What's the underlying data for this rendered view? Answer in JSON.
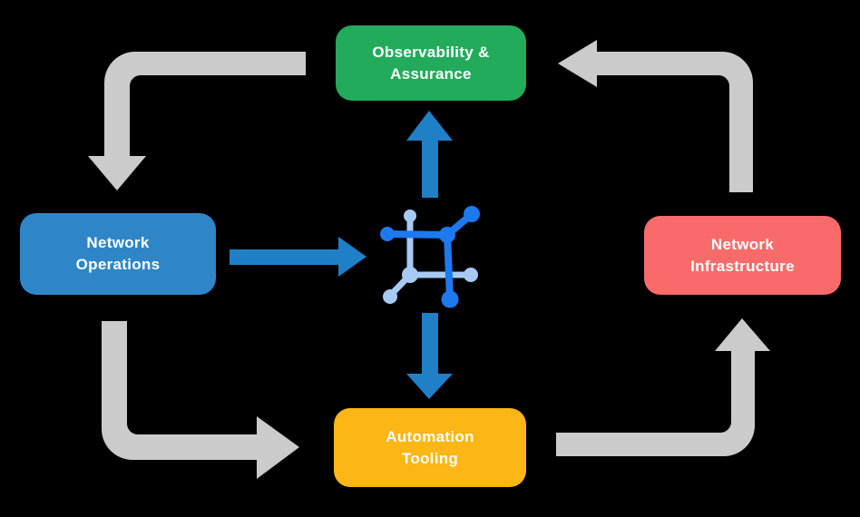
{
  "diagram": {
    "nodes": {
      "observability": {
        "label_line1": "Observability &",
        "label_line2": "Assurance",
        "bg": "#23AB5C"
      },
      "network_operations": {
        "label_line1": "Network",
        "label_line2": "Operations",
        "bg": "#2E86C8"
      },
      "network_infrastructure": {
        "label_line1": "Network",
        "label_line2": "Infrastructure",
        "bg": "#F96B6B"
      },
      "automation_tooling": {
        "label_line1": "Automation",
        "label_line2": "Tooling",
        "bg": "#FCB615"
      }
    },
    "colors": {
      "background": "#000000",
      "text": "#FFFFFF",
      "flow_arrow": "#CBCBCB",
      "accent_arrow": "#1F80C8",
      "icon_primary": "#1C79F0",
      "icon_secondary": "#A7CAF4"
    },
    "edges": [
      {
        "from": "Observability & Assurance",
        "to": "Network Operations",
        "style": "gray-elbow"
      },
      {
        "from": "Network Operations",
        "to": "Automation Tooling",
        "style": "gray-elbow"
      },
      {
        "from": "Automation Tooling",
        "to": "Network Infrastructure",
        "style": "gray-elbow"
      },
      {
        "from": "Network Infrastructure",
        "to": "Observability & Assurance",
        "style": "gray-elbow"
      },
      {
        "from": "Network Operations",
        "to": "network-hub",
        "style": "blue-straight"
      },
      {
        "from": "network-hub",
        "to": "Observability & Assurance",
        "style": "blue-straight"
      },
      {
        "from": "network-hub",
        "to": "Automation Tooling",
        "style": "blue-straight"
      }
    ]
  }
}
